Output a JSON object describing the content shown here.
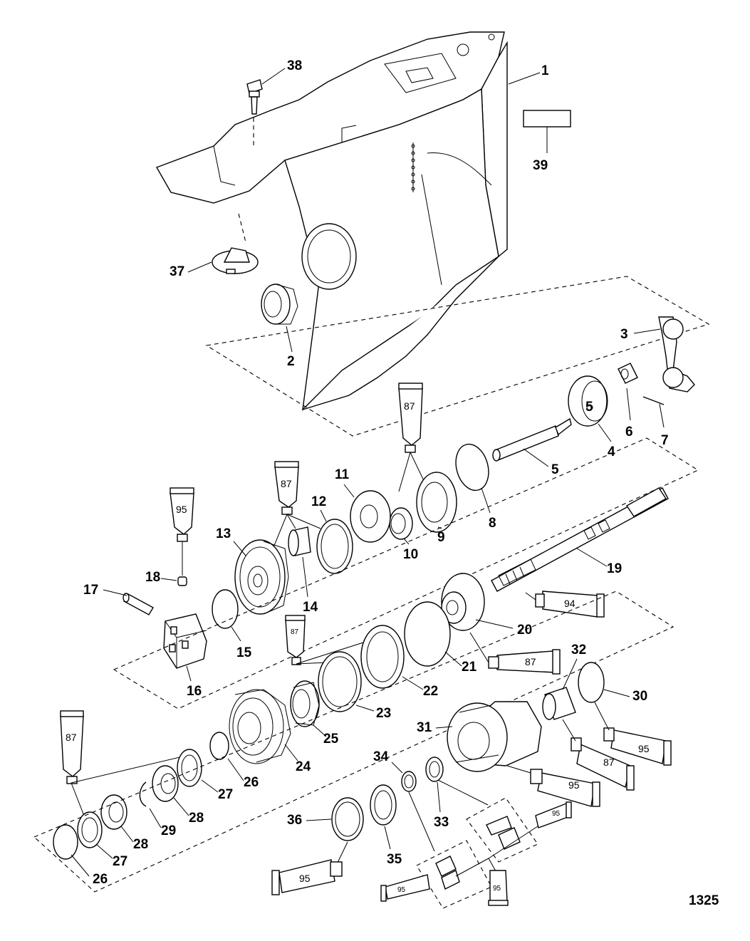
{
  "diagram_id": "1325",
  "labels": {
    "l1": "1",
    "l2": "2",
    "l3": "3",
    "l4": "4",
    "l5a": "5",
    "l5b": "5",
    "l6": "6",
    "l7": "7",
    "l8": "8",
    "l9": "9",
    "l10": "10",
    "l11": "11",
    "l12": "12",
    "l13": "13",
    "l14": "14",
    "l15": "15",
    "l16": "16",
    "l17": "17",
    "l18": "18",
    "l19": "19",
    "l20": "20",
    "l21": "21",
    "l22": "22",
    "l23": "23",
    "l24": "24",
    "l25": "25",
    "l26a": "26",
    "l26b": "26",
    "l27a": "27",
    "l27b": "27",
    "l28a": "28",
    "l28b": "28",
    "l29": "29",
    "l30": "30",
    "l31": "31",
    "l32": "32",
    "l33": "33",
    "l34": "34",
    "l35": "35",
    "l36": "36",
    "l37": "37",
    "l38": "38",
    "l39": "39"
  },
  "tubes": {
    "t87a": "87",
    "t87b": "87",
    "t87c": "87",
    "t87d": "87",
    "t87e": "87",
    "t87f": "87",
    "t95a": "95",
    "t95b": "95",
    "t95c": "95",
    "t95d": "95",
    "t95e": "95",
    "t95f": "95",
    "t94": "94"
  }
}
